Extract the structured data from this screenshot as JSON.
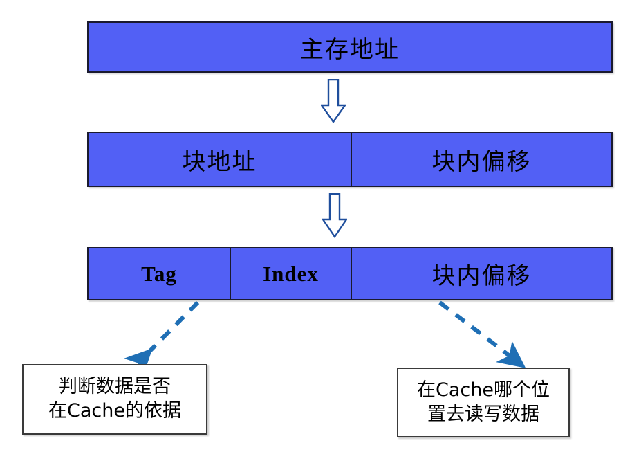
{
  "diagram": {
    "title": "Cache address field decomposition",
    "colors": {
      "bar_fill": "#5260f5",
      "bar_border": "#1a1a2e",
      "block_arrow_stroke": "#1f4e9c",
      "block_arrow_fill": "#ffffff",
      "dashed_arrow": "#1f6fb5",
      "note_border": "#3a3a3a",
      "text": "#000000"
    },
    "rows": [
      {
        "name": "main-memory-address",
        "cells": [
          {
            "label": "主存地址",
            "script": "cn"
          }
        ]
      },
      {
        "name": "block-address-split",
        "cells": [
          {
            "label": "块地址",
            "script": "cn"
          },
          {
            "label": "块内偏移",
            "script": "cn"
          }
        ]
      },
      {
        "name": "tag-index-offset-split",
        "cells": [
          {
            "label": "Tag",
            "script": "en"
          },
          {
            "label": "Index",
            "script": "en"
          },
          {
            "label": "块内偏移",
            "script": "cn"
          }
        ]
      }
    ],
    "block_arrows": [
      {
        "name": "down-arrow-1"
      },
      {
        "name": "down-arrow-2"
      }
    ],
    "notes": [
      {
        "name": "tag-note",
        "lines": [
          "判断数据是否",
          "在Cache的依据"
        ]
      },
      {
        "name": "index-note",
        "lines": [
          "在Cache哪个位",
          "置去读写数据"
        ]
      }
    ]
  }
}
